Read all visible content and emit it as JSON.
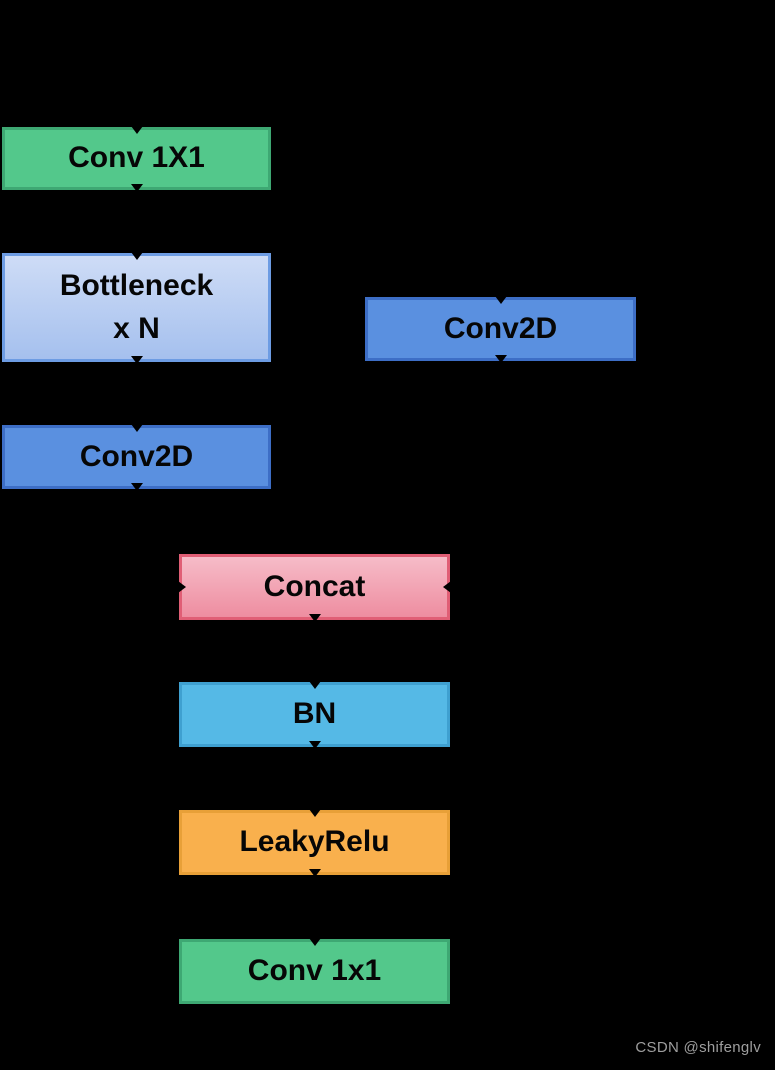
{
  "palette": {
    "background": "#000000",
    "green_fill": "#53C88B",
    "green_border": "#3EA873",
    "lightblue_fill_top": "#CEDCF6",
    "lightblue_fill_bottom": "#A5C0EE",
    "lightblue_border": "#6D9CE3",
    "blue_fill": "#5A90E0",
    "blue_border": "#3D6EC6",
    "pink_fill_top": "#F6BCC8",
    "pink_fill_bottom": "#EE8DA0",
    "pink_border": "#E05E75",
    "sky_fill": "#55B9E6",
    "sky_border": "#3FA0D0",
    "orange_fill": "#F9B04D",
    "orange_border": "#E8A038",
    "label_text": "#060606",
    "watermark_color": "#9E9E9E"
  },
  "diagram": {
    "type": "flowchart",
    "description": "CSP bottleneck block: left branch Conv 1X1 -> Bottleneck x N -> Conv2D, right branch Conv2D, merged by Concat -> BN -> LeakyRelu -> Conv 1x1",
    "nodes": {
      "conv1x1_top": {
        "label": "Conv 1X1"
      },
      "bottleneck": {
        "label": "Bottleneck\nx N"
      },
      "conv2d_left": {
        "label": "Conv2D"
      },
      "conv2d_right": {
        "label": "Conv2D"
      },
      "concat": {
        "label": "Concat"
      },
      "bn": {
        "label": "BN"
      },
      "leakyrelu": {
        "label": "LeakyRelu"
      },
      "conv1x1_bottom": {
        "label": "Conv 1x1"
      }
    }
  },
  "watermark": {
    "text": "CSDN @shifenglv"
  }
}
